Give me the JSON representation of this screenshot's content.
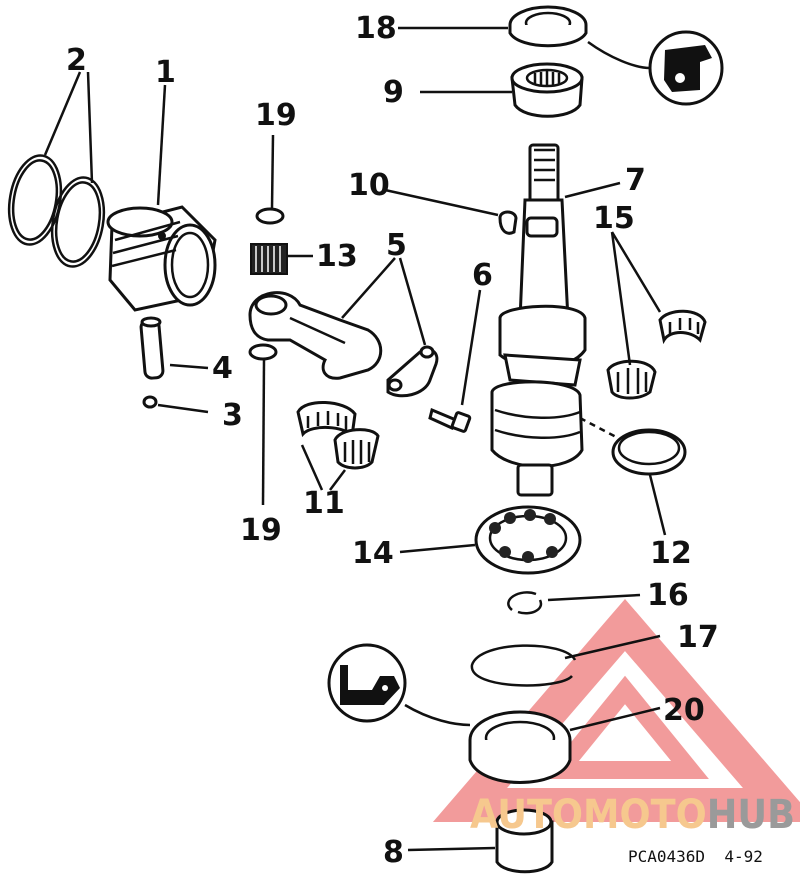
{
  "callouts": {
    "c1": "1",
    "c2": "2",
    "c3": "3",
    "c4": "4",
    "c5": "5",
    "c6": "6",
    "c7": "7",
    "c8": "8",
    "c9": "9",
    "c10": "10",
    "c11": "11",
    "c12": "12",
    "c13": "13",
    "c14": "14",
    "c15": "15",
    "c16": "16",
    "c17": "17",
    "c18": "18",
    "c19a": "19",
    "c19b": "19",
    "c20": "20"
  },
  "figure_code": "PCA0436D  4-92",
  "watermark": {
    "text_prefix": "AUTOMOTO",
    "text_suffix": "HUB",
    "accent_color": "#f08a8a",
    "prefix_color": "#f6c88e",
    "suffix_color": "#9a9a9a"
  }
}
